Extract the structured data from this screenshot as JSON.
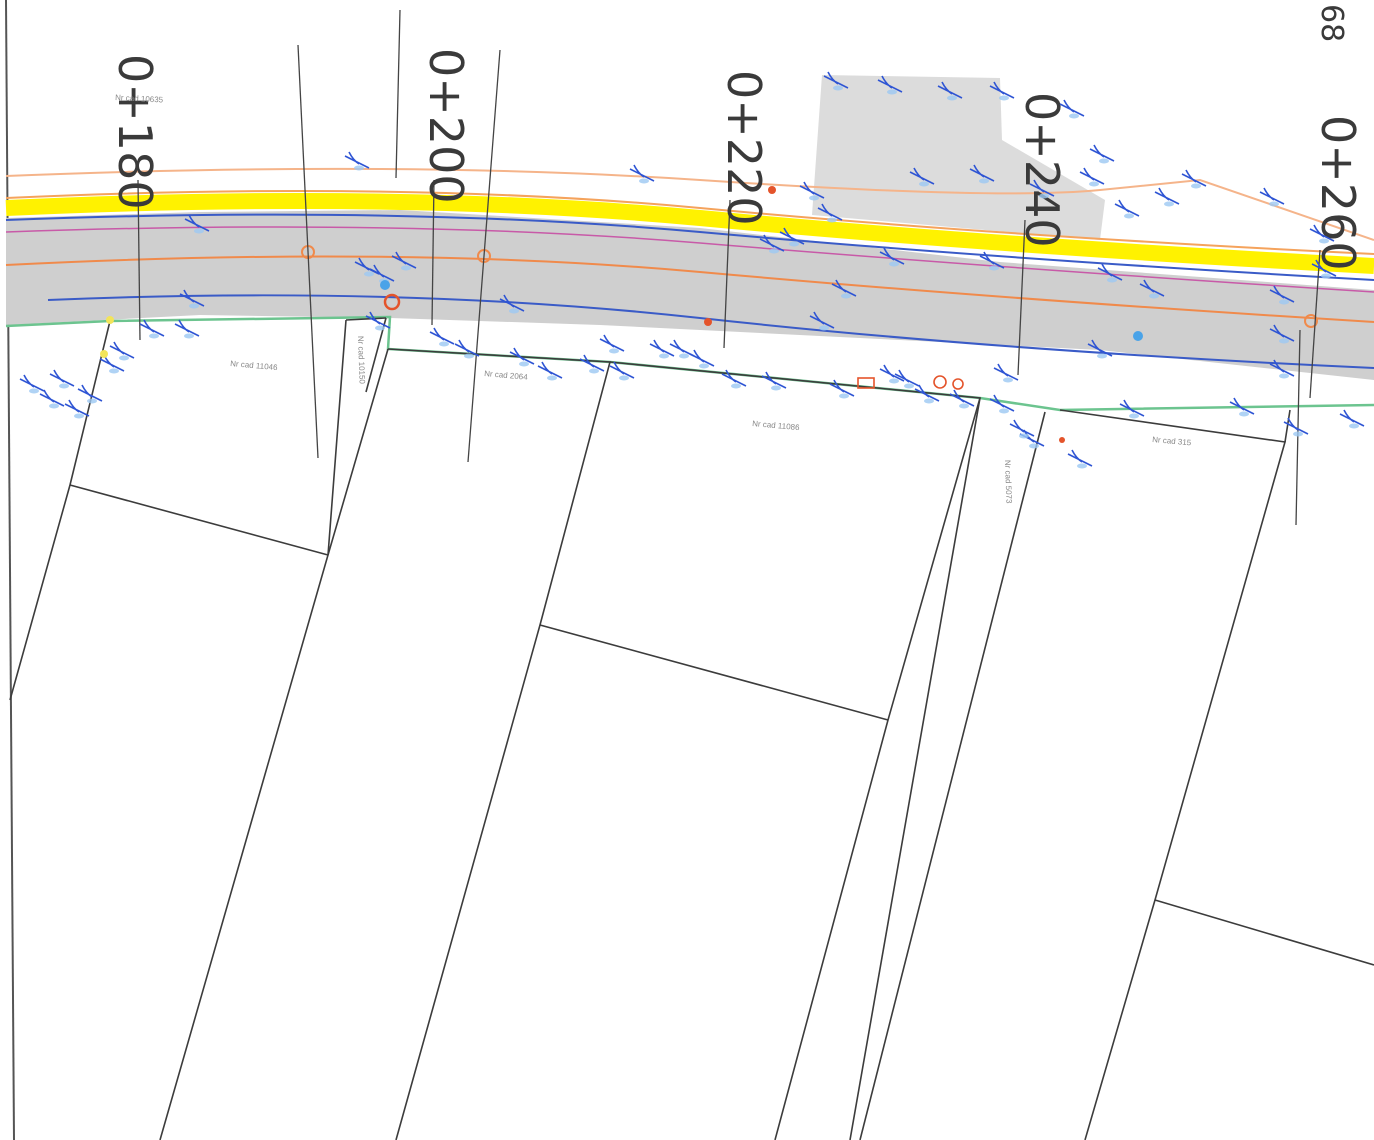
{
  "chainages": [
    "0+180",
    "0+200",
    "0+220",
    "0+240",
    "0+260"
  ],
  "parcel_labels": [
    "Nr cad 10635",
    "Nr cad 11046",
    "Nr cad 10150",
    "Nr cad 2064",
    "Nr cad 11086",
    "Nr cad 5073",
    "Nr cad 315"
  ],
  "page_number": "68",
  "colors": {
    "carriageway": "#cfcfcf",
    "building": "#dcdcdc",
    "yellow_line": "#fff200",
    "blue_line": "#3a5bc7",
    "orange_line": "#f08a4b",
    "green_line": "#6cc48f",
    "parcel_line": "#3c3c3c",
    "tree_symbol": "#2f55d4"
  },
  "icons": [
    "tree-symbol-icon",
    "utility-pole-icon",
    "manhole-icon"
  ]
}
